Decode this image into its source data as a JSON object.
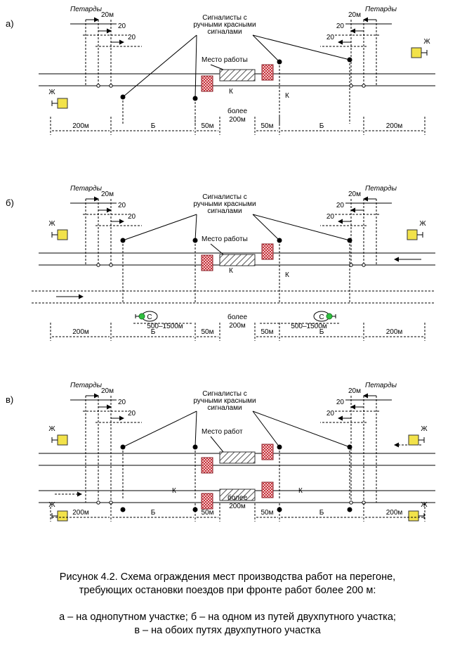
{
  "panels": [
    {
      "id": "a",
      "label": "а)",
      "petards_left": "Петарды",
      "petards_right": "Петарды",
      "signalmen": [
        "Сигналисты с",
        "ручными красными",
        "сигналами"
      ],
      "work_place": "Место работы",
      "k_left": "К",
      "k_right": "К",
      "marks_left": [
        "20м",
        "20",
        "20"
      ],
      "marks_right": [
        "20м",
        "20",
        "20"
      ],
      "zh_left": "Ж",
      "zh_right": "Ж",
      "dims": [
        "200м",
        "Б",
        "50м",
        "50м",
        "Б",
        "200м"
      ],
      "more": [
        "более",
        "200м"
      ]
    },
    {
      "id": "b",
      "label": "б)",
      "petards_left": "Петарды",
      "petards_right": "Петарды",
      "signalmen": [
        "Сигналисты с",
        "ручными красными",
        "сигналами"
      ],
      "work_place": "Место работы",
      "k_left": "К",
      "k_right": "К",
      "marks_left": [
        "20м",
        "20",
        "20"
      ],
      "marks_right": [
        "20м",
        "20",
        "20"
      ],
      "zh_left": "Ж",
      "zh_right": "Ж",
      "c_left": "С",
      "c_right": "С",
      "range_left": "500–1500м",
      "range_right": "500–1500м",
      "dims": [
        "200м",
        "Б",
        "50м",
        "50м",
        "Б",
        "200м"
      ],
      "more": [
        "более",
        "200м"
      ]
    },
    {
      "id": "v",
      "label": "в)",
      "petards_left": "Петарды",
      "petards_right": "Петарды",
      "signalmen": [
        "Сигналисты с",
        "ручными красными",
        "сигналами"
      ],
      "work_place": "Место работ",
      "k_left": "К",
      "k_right": "К",
      "marks_left": [
        "20м",
        "20",
        "20"
      ],
      "marks_right": [
        "20м",
        "20",
        "20"
      ],
      "zh_top_left": "Ж",
      "zh_top_right": "Ж",
      "zh_bot_left": "Ж",
      "zh_bot_right": "Ж",
      "dims": [
        "200м",
        "Б",
        "50м",
        "50м",
        "Б",
        "200м"
      ],
      "more": [
        "более",
        "200м"
      ]
    }
  ],
  "caption": {
    "line1": "Рисунок 4.2. Схема ограждения мест производства работ на перегоне,",
    "line2": "требующих остановки поездов при фронте работ более 200 м:",
    "line3": "а – на однопутном участке; б – на одном из путей двухпутного участка;",
    "line4": "в – на обоих путях двухпутного участка"
  },
  "colors": {
    "signal_yellow": "#f2e24a",
    "red_flag": "#c8303a",
    "green_lamp": "#30c040"
  }
}
